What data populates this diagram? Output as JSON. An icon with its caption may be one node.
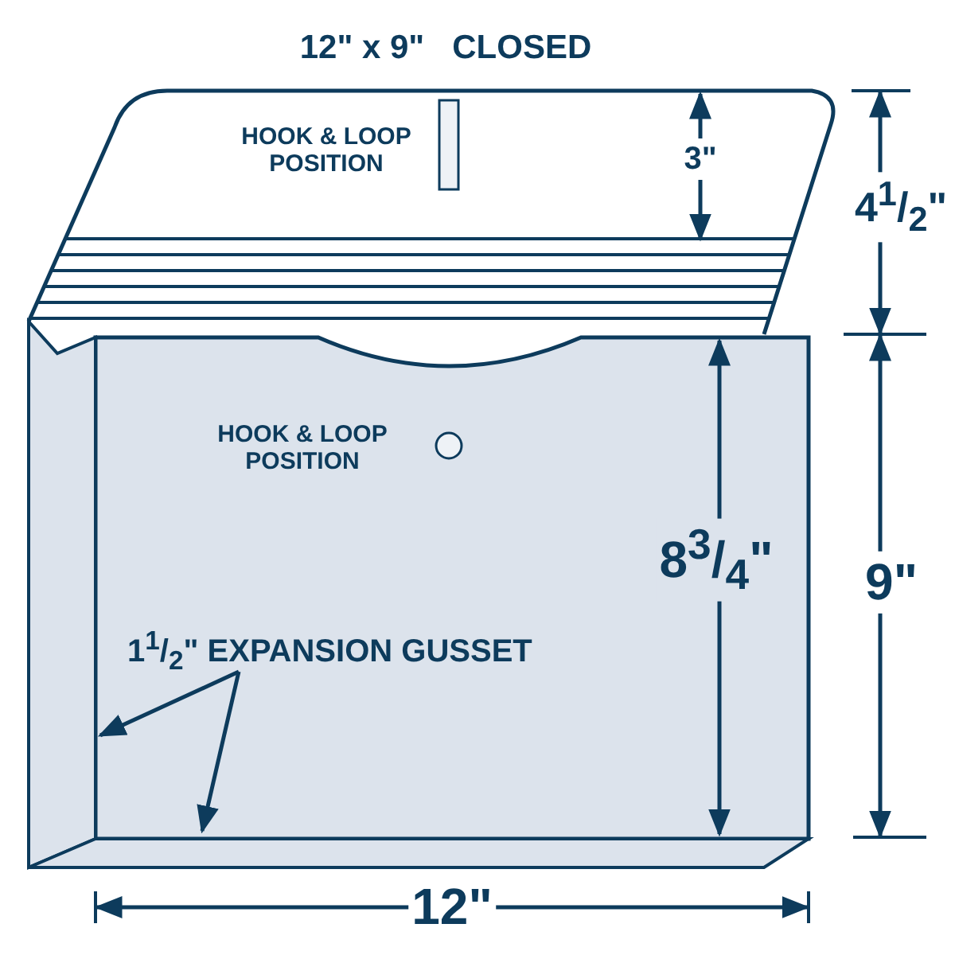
{
  "diagram": {
    "title": "12\" x 9\"   CLOSED",
    "nodes": [
      {
        "text": [
          "1$^{1}$/$_{2}$\" EXPANSION GUSSET"
        ]
      },
      {
        "text": [],
        "shape": "box"
      },
      {
        "text": [],
        "shape": "box"
      }
    ],
    "edges": [
      {
        "from": 0,
        "to": 1,
        "arrow": "to"
      },
      {
        "from": 0,
        "to": 2,
        "arrow": "to"
      }
    ],
    "labels": [
      "HOOK & LOOP POSITION",
      "3\"",
      "4$^{1}$/$_{2}$\"",
      "HOOK & LOOP POSITION",
      "8$^{3}$/$_{4}$\"",
      "9\"",
      "12\""
    ]
  }
}
